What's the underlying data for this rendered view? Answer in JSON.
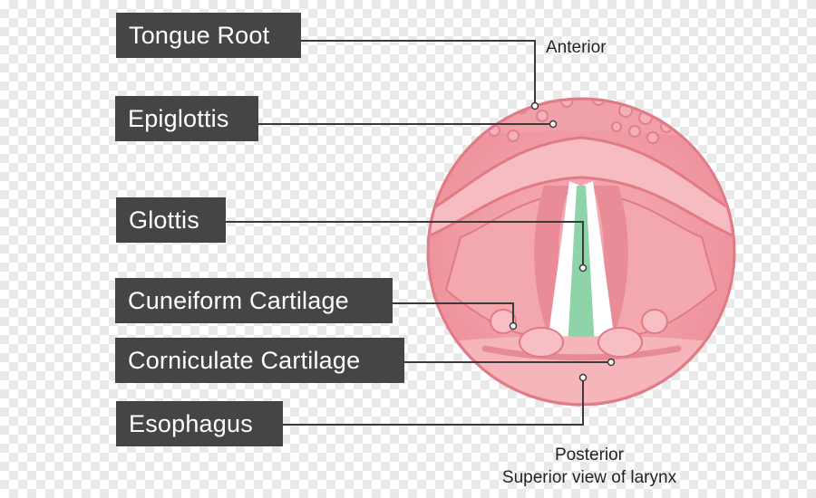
{
  "labels": {
    "tongue_root": "Tongue Root",
    "epiglottis": "Epiglottis",
    "glottis": "Glottis",
    "cuneiform": "Cuneiform Cartilage",
    "corniculate": "Corniculate Cartilage",
    "esophagus": "Esophagus"
  },
  "orientation": {
    "anterior": "Anterior",
    "posterior": "Posterior",
    "view": "Superior view of larynx"
  },
  "colors": {
    "label_bg": "#454545",
    "label_text": "#ffffff",
    "leader_line": "#3a3a3a",
    "tissue_outer": "#f3a3ab",
    "tissue_dark": "#e27a86",
    "tissue_light": "#f8c3c9",
    "glottis_fill": "#8fd3a8"
  }
}
